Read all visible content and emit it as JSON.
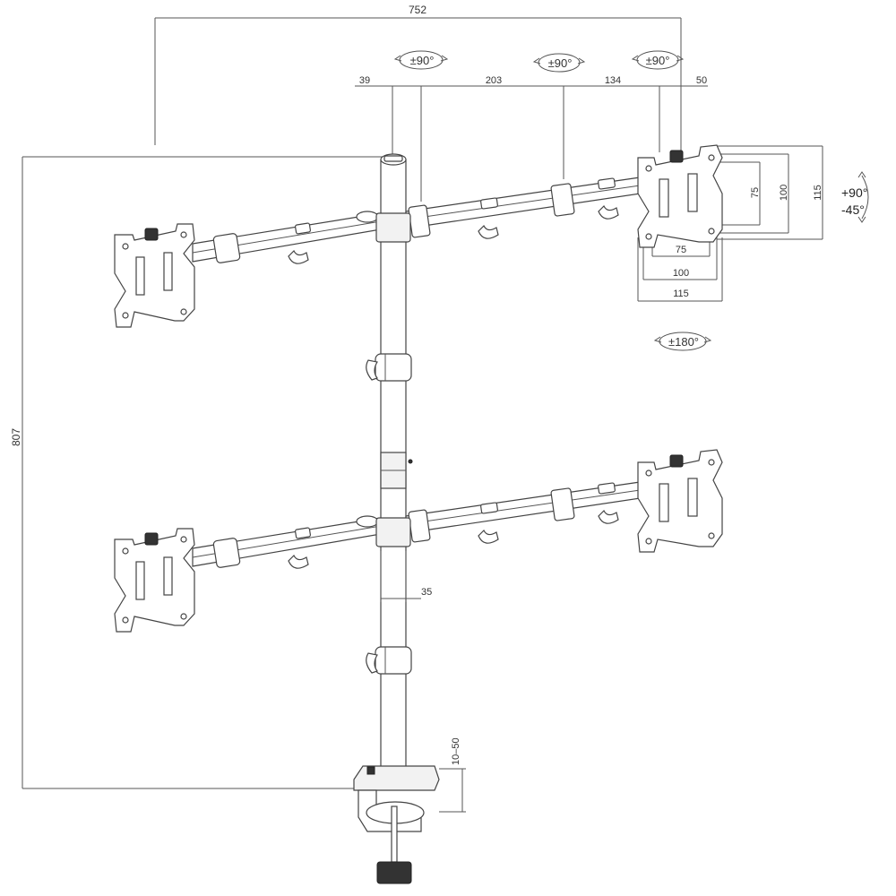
{
  "dimensions": {
    "total_width": "752",
    "total_height": "807",
    "offset_left": "39",
    "arm_segment_1": "203",
    "arm_segment_2": "134",
    "offset_right": "50",
    "pole_diameter": "35",
    "clamp_range": "10–50",
    "vesa_h_75": "75",
    "vesa_h_100": "100",
    "vesa_h_115": "115",
    "vesa_w_75": "75",
    "vesa_w_100": "100",
    "vesa_w_115": "115"
  },
  "rotations": {
    "joint_1": "±90°",
    "joint_2": "±90°",
    "joint_3": "±90°",
    "swivel": "±180°",
    "tilt_up": "+90°",
    "tilt_down": "-45°"
  }
}
